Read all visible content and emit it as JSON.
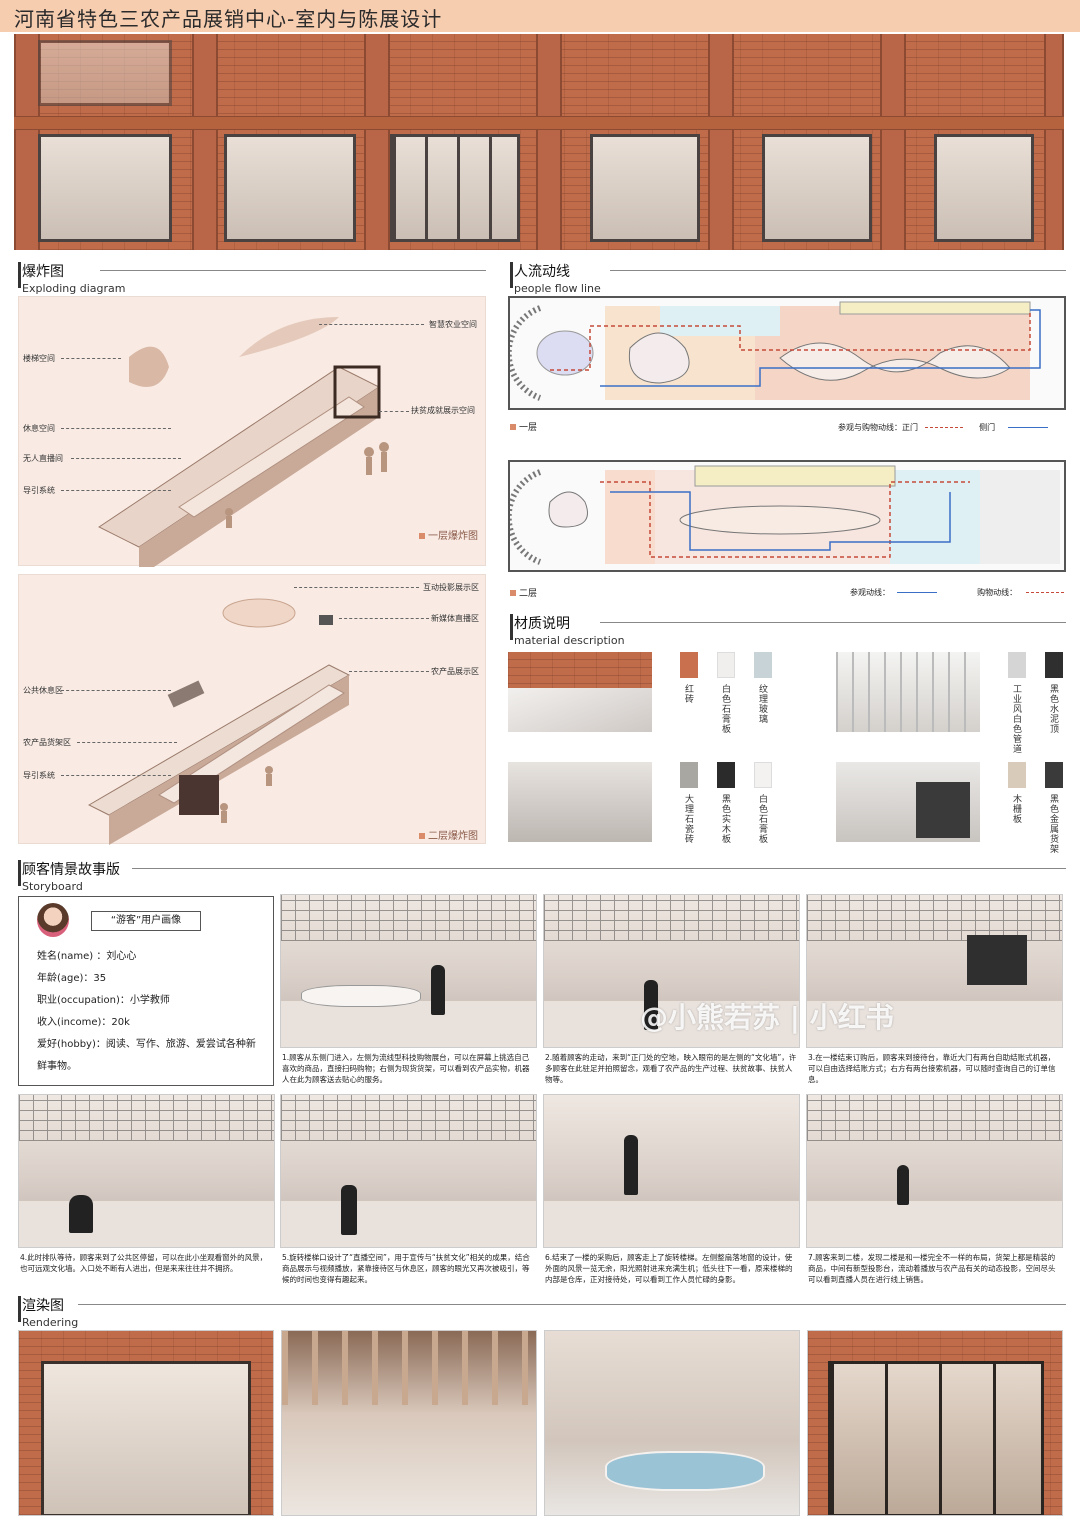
{
  "title": "河南省特色三农产品展销中心-室内与陈展设计",
  "sections": {
    "exploding": {
      "cn": "爆炸图",
      "en": "Exploding diagram"
    },
    "flow": {
      "cn": "人流动线",
      "en": "people flow line"
    },
    "material": {
      "cn": "材质说明",
      "en": "material description"
    },
    "storyboard": {
      "cn": "顾客情景故事版",
      "en": "Storyboard"
    },
    "rendering": {
      "cn": "渲染图",
      "en": "Rendering"
    }
  },
  "explode1": {
    "labels": [
      "智慧农业空间",
      "楼梯空间",
      "扶贫成就展示空间",
      "休息空间",
      "无人直播间",
      "导引系统"
    ],
    "tag": "一层爆炸图"
  },
  "explode2": {
    "labels": [
      "互动投影展示区",
      "新媒体直播区",
      "农产品展示区",
      "公共休息区",
      "农产品货架区",
      "导引系统"
    ],
    "tag": "二层爆炸图"
  },
  "flow": {
    "floor1": "一层",
    "legend1_label": "参观与购物动线：",
    "legend1_a": "正门",
    "legend1_b": "侧门",
    "floor2": "二层",
    "legend2_a": "参观动线：",
    "legend2_b": "购物动线："
  },
  "materials": {
    "group1": [
      "红砖",
      "白色石膏板",
      "纹理玻璃"
    ],
    "group2": [
      "工业风白色管道",
      "黑色水泥顶"
    ],
    "group3": [
      "大理石瓷砖",
      "黑色实木板",
      "白色石膏板"
    ],
    "group4": [
      "木栅板",
      "黑色金属货架"
    ],
    "colors": {
      "红砖": "#c9714f",
      "白色石膏板": "#f1efed",
      "纹理玻璃": "#c8d3d8",
      "工业风白色管道": "#d5d5d5",
      "黑色水泥顶": "#2f2f2f",
      "大理石瓷砖": "#a9a7a2",
      "黑色实木板": "#2b2b2b",
      "白色石膏板2": "#f3f2f0",
      "木栅板": "#d9cbb9",
      "黑色金属货架": "#3a3a3a"
    }
  },
  "persona": {
    "heading": "“游客”用户画像",
    "name": "姓名(name) ：刘心心",
    "age": "年龄(age)：35",
    "occupation": "职业(occupation)：小学教师",
    "income": "收入(income)：20k",
    "hobby": "爱好(hobby)：阅读、写作、旅游、爱尝试各种新",
    "hobby2": "鲜事物。"
  },
  "captions": [
    "1.顾客从东侧门进入，左侧为流线型科技购物展台，可以在屏幕上挑选自己喜欢的商品，直接扫码购物；右侧为现货货架，可以看到农产品实物，机器人在此为顾客送去贴心的服务。",
    "2.随着顾客的走动，来到“正门处的空地，映入眼帘的是左侧的“文化墙”，许多顾客在此驻足并拍照留念，观看了农产品的生产过程、扶贫故事、扶贫人物等。",
    "3.在一楼结束订购后，顾客来到接待台，靠近大门有两台自助结账式机器，可以自由选择结账方式；右方有两台接索机器，可以随时查询自己的订单信息。",
    "4.此时排队等待，顾客来到了公共区停留，可以在此小坐观看窗外的风景，也可远观文化墙。入口处不断有人进出，但是来来往往井不拥挤。",
    "5.旋转楼梯口设计了“直播空间”，用于宣传与“扶贫文化”相关的成果，结合商品展示与视频播放，紧靠接待区与休息区，顾客的眼光又再次被吸引，等候的时间也变得有趣起来。",
    "6.结束了一楼的采购后，顾客走上了旋转楼梯。左侧整扇落地窗的设计，使外面的风景一览无余，阳光照射进来充满生机；低头往下一看，原来楼梯的内部是仓库，正对接待处，可以看到工作人员忙碌的身影。",
    "7.顾客来到二楼，发现二楼是和一楼完全不一样的布局，货架上都是精装的商品，中间有新型投影台，流动着播放与农产品有关的动态投影，空间尽头可以看到直播人员在进行线上销售。"
  ],
  "watermark": "@小熊若苏 | 小红书"
}
